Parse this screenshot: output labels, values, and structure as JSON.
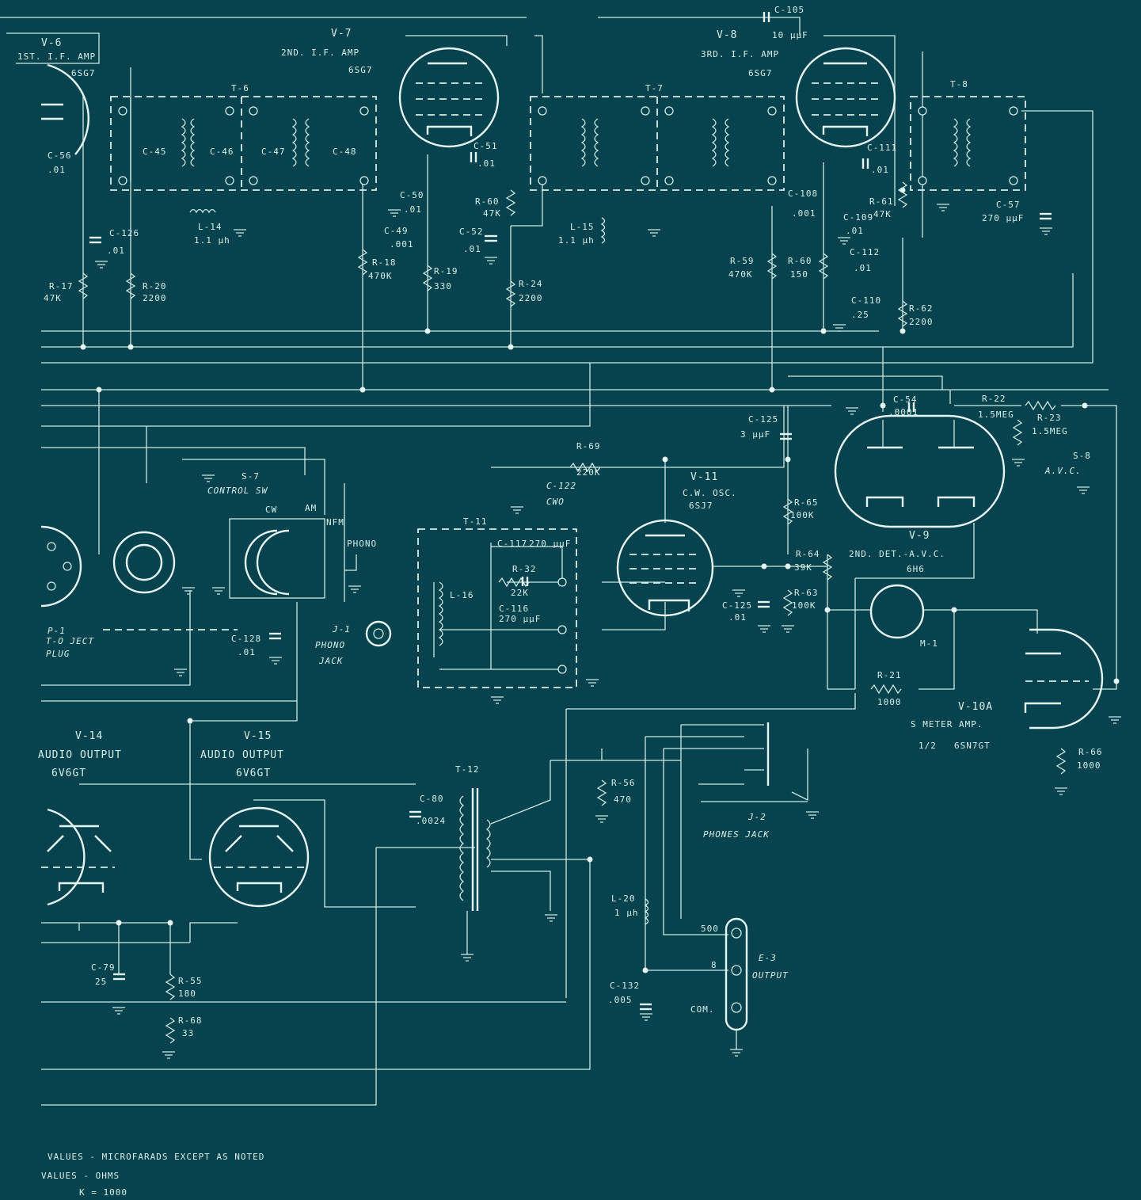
{
  "tubes": {
    "v6": {
      "ref": "V-6",
      "func": "1ST. I.F. AMP",
      "type": "6SG7"
    },
    "v7": {
      "ref": "V-7",
      "func": "2ND. I.F. AMP",
      "type": "6SG7"
    },
    "v8": {
      "ref": "V-8",
      "func": "3RD. I.F. AMP",
      "type": "6SG7"
    },
    "v9": {
      "ref": "V-9",
      "func": "2ND. DET.-A.V.C.",
      "type": "6H6"
    },
    "v10a": {
      "ref": "V-10A",
      "func": "S METER AMP.",
      "type": "6SN7GT",
      "frac": "1/2"
    },
    "v11": {
      "ref": "V-11",
      "func": "C.W. OSC.",
      "type": "6SJ7"
    },
    "v14": {
      "ref": "V-14",
      "func": "AUDIO OUTPUT",
      "type": "6V6GT"
    },
    "v15": {
      "ref": "V-15",
      "func": "AUDIO OUTPUT",
      "type": "6V6GT"
    }
  },
  "transformers": {
    "t6": "T-6",
    "t7": "T-7",
    "t8": "T-8",
    "t11": "T-11",
    "t12": "T-12"
  },
  "components": {
    "c105": "C-105",
    "c105_val": "10 µµF",
    "c56": "C-56",
    "c56_val": ".01",
    "c126": "C-126",
    "c126_val": ".01",
    "c45": "C-45",
    "c46": "C-46",
    "c47": "C-47",
    "c48": "C-48",
    "c49": "C-49",
    "c49_val": ".001",
    "c50": "C-50",
    "c50_val": ".01",
    "c51": "C-51",
    "c51_val": ".01",
    "c52": "C-52",
    "c52_val": ".01",
    "c108": "C-108",
    "c108_val": ".001",
    "c109": "C-109",
    "c109_val": ".01",
    "c110": "C-110",
    "c110_val": ".25",
    "c111": "C-111",
    "c111_val": ".01",
    "c112": "C-112",
    "c112_val": ".01",
    "c57": "C-57",
    "c57_val": "270 µµF",
    "c125a": "C-125",
    "c125a_val": "3 µµF",
    "c54": "C-54",
    "c54_val": ".0001",
    "c122": "C-122",
    "c122_val": "CWO",
    "c117": "C-117",
    "c117_val": "270 µµF",
    "c116": "C-116",
    "c116_val": "270 µµF",
    "c125b": "C-125",
    "c125b_val": ".01",
    "c128": "C-128",
    "c128_val": ".01",
    "c80": "C-80",
    "c80_val": ".0024",
    "c79": "C-79",
    "c79_val": "25",
    "c132": "C-132",
    "c132_val": ".005",
    "r17": "R-17",
    "r17_val": "47K",
    "r20": "R-20",
    "r20_val": "2200",
    "r18": "R-18",
    "r18_val": "470K",
    "r19": "R-19",
    "r19_val": "330",
    "r60a": "R-60",
    "r60a_val": "47K",
    "r24": "R-24",
    "r24_val": "2200",
    "r59": "R-59",
    "r59_val": "470K",
    "r60b": "R-60",
    "r60b_val": "150",
    "r61": "R-61",
    "r61_val": "47K",
    "r62": "R-62",
    "r62_val": "2200",
    "r22": "R-22",
    "r22_val": "1.5MEG",
    "r23": "R-23",
    "r23_val": "1.5MEG",
    "r69": "R-69",
    "r69_val": "220K",
    "r32": "R-32",
    "r32_val": "22K",
    "r65": "R-65",
    "r65_val": "100K",
    "r64": "R-64",
    "r64_val": "39K",
    "r63": "R-63",
    "r63_val": "100K",
    "r21": "R-21",
    "r21_val": "1000",
    "r66": "R-66",
    "r66_val": "1000",
    "r56": "R-56",
    "r56_val": "470",
    "r55": "R-55",
    "r55_val": "180",
    "r68": "R-68",
    "r68_val": "33",
    "l14": "L-14",
    "l14_val": "1.1 µh",
    "l15": "L-15",
    "l15_val": "1.1 µh",
    "l16": "L-16",
    "l20": "L-20",
    "l20_val": "1 µh",
    "m1": "M-1"
  },
  "controls": {
    "s7": "S-7",
    "s7_label": "CONTROL SW",
    "cw": "CW",
    "am": "AM",
    "nfm": "NFM",
    "phono": "PHONO",
    "s8": "S-8",
    "s8_label": "A.V.C.",
    "p1": "P-1",
    "p1_label1": "T-O JECT",
    "p1_label2": "PLUG",
    "j1": "J-1",
    "j1_label1": "PHONO",
    "j1_label2": "JACK",
    "j2": "J-2",
    "j2_label": "PHONES JACK",
    "e3": "E-3",
    "e3_label": "OUTPUT",
    "tap_500": "500",
    "tap_8": "8",
    "tap_com": "COM."
  },
  "notes": [
    "VALUES - MICROFARADS  EXCEPT  AS  NOTED",
    "VALUES - OHMS",
    "K = 1000"
  ],
  "colors": {
    "background": "#06434f",
    "ink": "#d8efe8"
  }
}
